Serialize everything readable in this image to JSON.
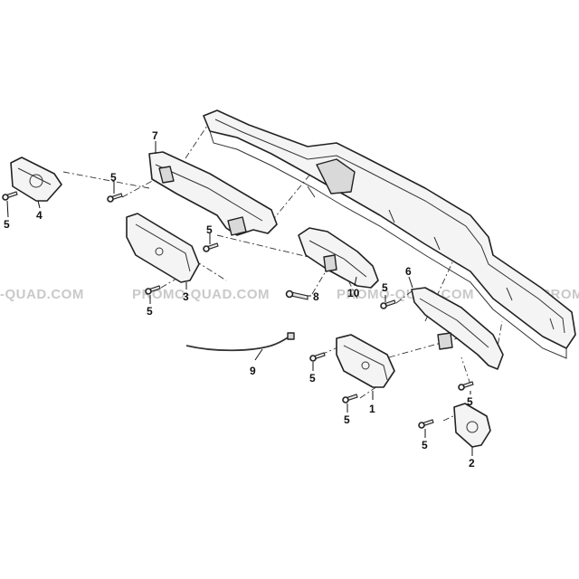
{
  "watermark": {
    "segments": [
      "-QUAD.COM",
      "PROMO-QUAD.COM",
      "PROMO-QUAD.COM",
      "PROMO"
    ]
  },
  "callouts": {
    "c1": "1",
    "c2": "2",
    "c3": "3",
    "c4": "4",
    "c5a": "5",
    "c5b": "5",
    "c5c": "5",
    "c5d": "5",
    "c5e": "5",
    "c5f": "5",
    "c5g": "5",
    "c5h": "5",
    "c5i": "5",
    "c6": "6",
    "c7": "7",
    "c8": "8",
    "c9": "9",
    "c10": "10"
  }
}
